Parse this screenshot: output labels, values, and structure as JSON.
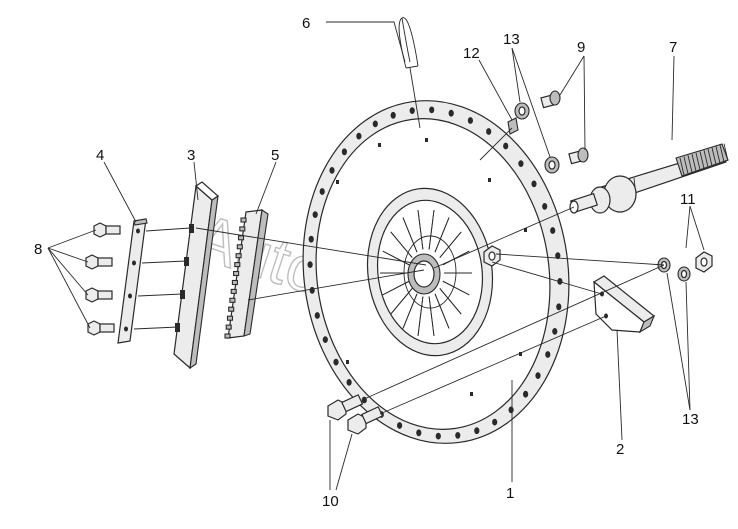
{
  "callouts": {
    "c1": "1",
    "c2": "2",
    "c3": "3",
    "c4": "4",
    "c5": "5",
    "c6": "6",
    "c7": "7",
    "c8": "8",
    "c9": "9",
    "c10": "10",
    "c11": "11",
    "c12": "12",
    "c13a": "13",
    "c13b": "13"
  },
  "watermark": "Autosoft.ru"
}
